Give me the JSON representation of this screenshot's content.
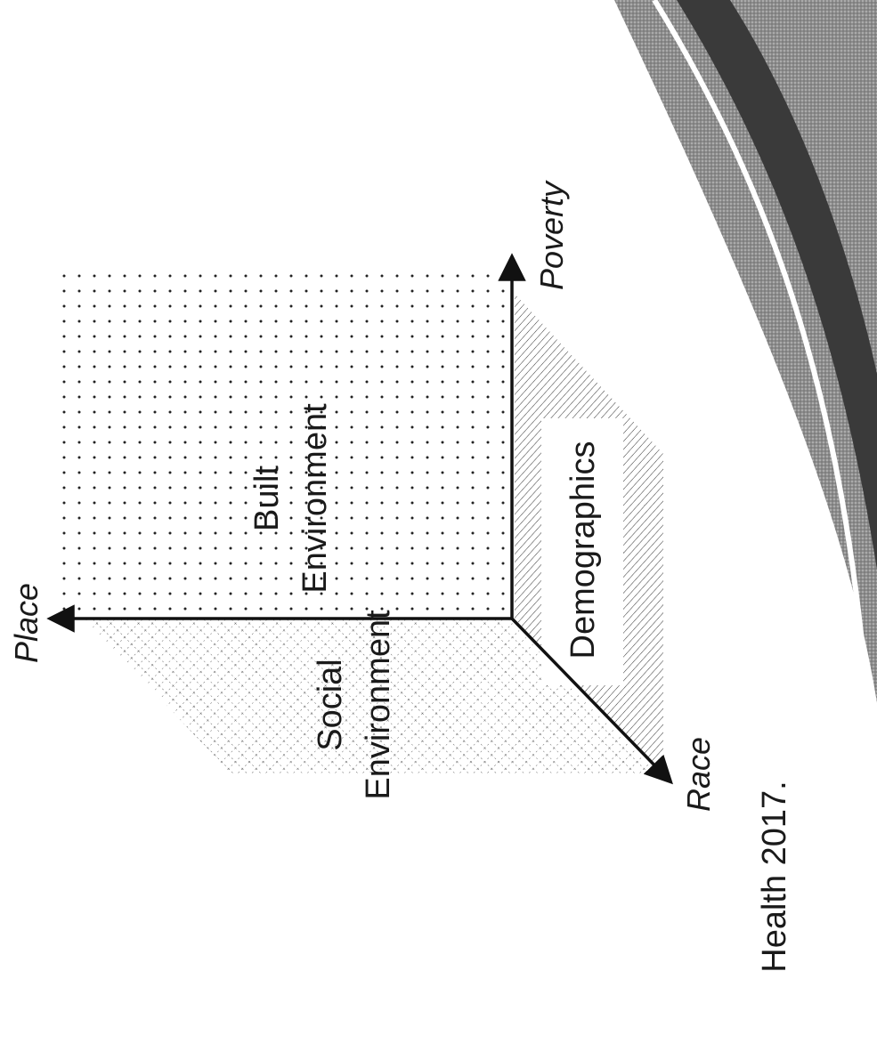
{
  "axes": {
    "place": "Place",
    "poverty": "Poverty",
    "race": "Race"
  },
  "regions": {
    "built_environment": [
      "Built",
      "Environment"
    ],
    "social_environment": [
      "Social",
      "Environment"
    ],
    "demographics": "Demographics"
  },
  "citation": "Health 2017.",
  "colors": {
    "ink": "#1a1a1a",
    "corner_dark": "#3a3a3a",
    "corner_texture": "#9a9a9a"
  }
}
